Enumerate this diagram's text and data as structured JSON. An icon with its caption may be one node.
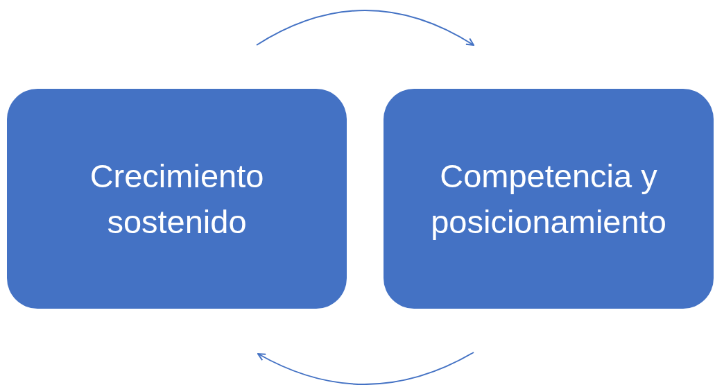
{
  "diagram": {
    "nodes": [
      {
        "text": [
          "Crecimiento sostenido"
        ]
      },
      {
        "text": [
          "Competencia y posicionamiento"
        ]
      }
    ],
    "edges": [
      {
        "from": 0,
        "to": 1,
        "arrow": "to"
      },
      {
        "from": 1,
        "to": 0,
        "arrow": "to"
      }
    ]
  }
}
